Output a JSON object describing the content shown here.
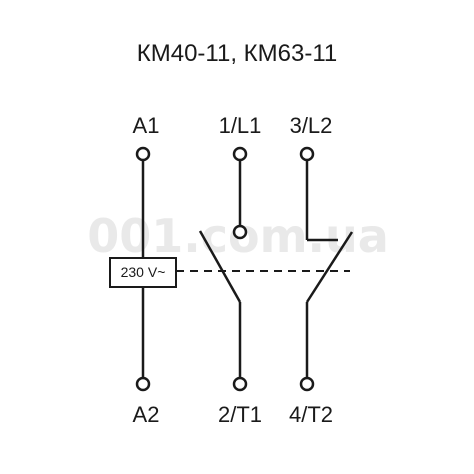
{
  "title": "КМ40-11, КМ63-11",
  "watermark": "001.com.ua",
  "terminals": {
    "a1": "A1",
    "l1": "1/L1",
    "l2": "3/L2",
    "a2": "A2",
    "t1": "2/T1",
    "t2": "4/T2"
  },
  "coil": {
    "label": "230 V~"
  },
  "colors": {
    "line": "#1a1a1a",
    "watermark": "#e9e9e9"
  }
}
